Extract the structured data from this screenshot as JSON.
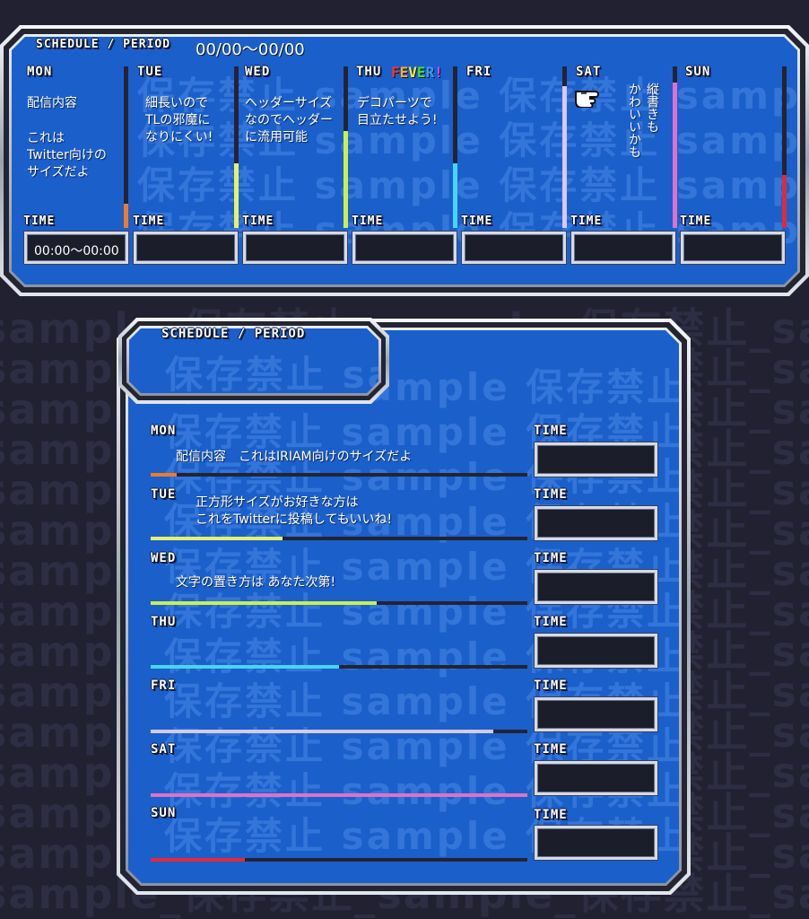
{
  "watermark_bg": "sample_保存禁止_sample_保存禁止_sample_保存禁止_sample_保存禁止_sample_保存禁止_sample_保存禁止",
  "watermark_in": "保存禁止 sample 保存禁止 sample 保存禁止 sample 保存禁止 sample",
  "colors": {
    "panel_blue": "#1b5fcb",
    "mon": "#f07a2a",
    "tue": "#e8f06a",
    "wed": "#c8f050",
    "thu": "#46d6f2",
    "fri": "#d8c8f0",
    "sat": "#e070c8",
    "sun": "#e02a3a"
  },
  "top": {
    "title": "SCHEDULE / PERIOD",
    "period": "00/00〜00/00",
    "fever": {
      "f": "F",
      "e1": "E",
      "v": "V",
      "e2": "E",
      "r": "R",
      "bang": "!"
    },
    "hand_icon": "pointing-hand-icon",
    "time_label": "TIME",
    "days": [
      {
        "label": "MON",
        "text1": "配信内容",
        "text2": "これは",
        "text3": "Twitter向けの",
        "text4": "サイズだよ",
        "time": "00:00〜00:00",
        "level": 0.15
      },
      {
        "label": "TUE",
        "text1": "細長いので",
        "text2": "TLの邪魔に",
        "text3": "なりにくい!",
        "time": "",
        "level": 0.4
      },
      {
        "label": "WED",
        "text1": "ヘッダーサイズ",
        "text2": "なのでヘッダー",
        "text3": "に流用可能",
        "time": "",
        "level": 0.6
      },
      {
        "label": "THU",
        "text1": "デコパーツで",
        "text2": "目立たせよう!",
        "time": "",
        "level": 0.4
      },
      {
        "label": "FRI",
        "time": "",
        "level": 0.88
      },
      {
        "label": "SAT",
        "text1": "縦書きも",
        "text2": "かわいいかも",
        "time": "",
        "level": 0.9
      },
      {
        "label": "SUN",
        "time": "",
        "level": 0.33
      }
    ]
  },
  "bottom": {
    "title": "SCHEDULE / PERIOD",
    "time_label": "TIME",
    "days": [
      {
        "label": "MON",
        "text1": "配信内容　これはIRIAM向けのサイズだよ",
        "time": "",
        "level": 0.07
      },
      {
        "label": "TUE",
        "text1": "正方形サイズがお好きな方は",
        "text2": "これをTwitterに投稿してもいいね!",
        "time": "",
        "level": 0.35
      },
      {
        "label": "WED",
        "text1": "文字の置き方は あなた次第!",
        "time": "",
        "level": 0.6
      },
      {
        "label": "THU",
        "time": "",
        "level": 0.5
      },
      {
        "label": "FRI",
        "time": "",
        "level": 0.91
      },
      {
        "label": "SAT",
        "time": "",
        "level": 1.0
      },
      {
        "label": "SUN",
        "time": "",
        "level": 0.25
      }
    ]
  }
}
